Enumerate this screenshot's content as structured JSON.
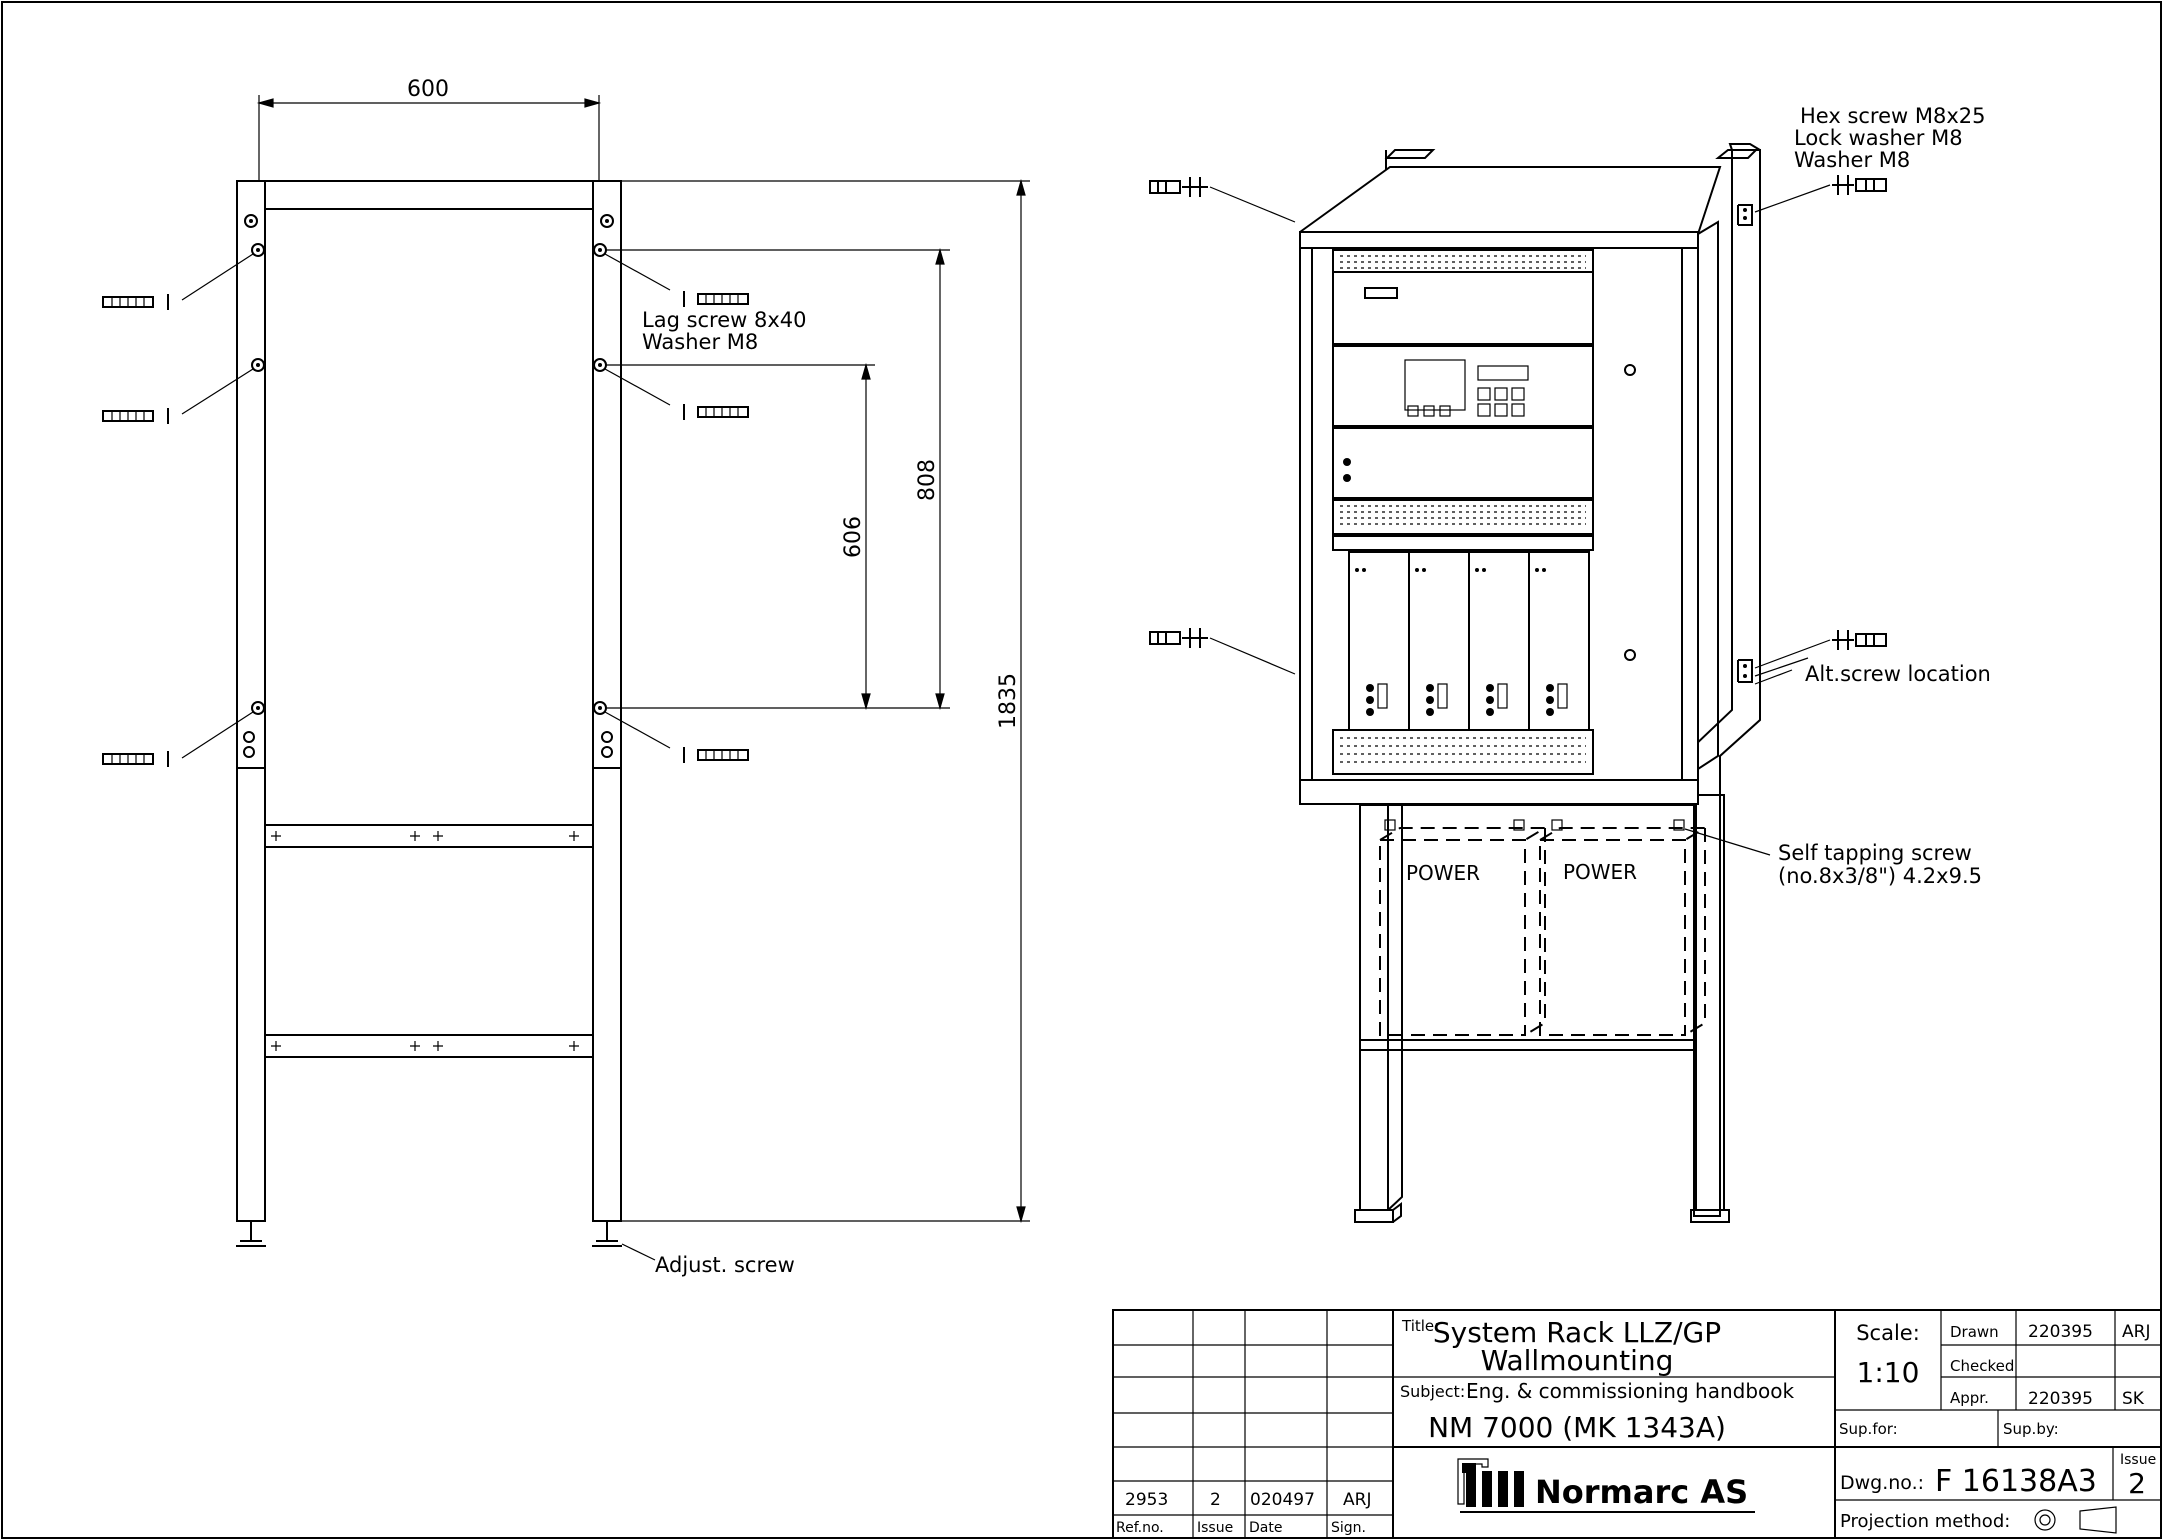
{
  "front_view": {
    "dim_width": "600",
    "dim_height": "1835",
    "dim_upper_spacing": "808",
    "dim_lower_spacing": "606",
    "label_lag_screw": "Lag screw 8x40",
    "label_washer": "Washer M8",
    "label_adjust": "Adjust. screw"
  },
  "iso_view": {
    "label_hex_screw": "Hex screw M8x25",
    "label_lock_washer": "Lock washer M8",
    "label_washer": "Washer M8",
    "label_alt_screw": "Alt.screw location",
    "label_self_tapping_1": "Self tapping screw",
    "label_self_tapping_2": "(no.8x3/8\") 4.2x9.5",
    "power_label_1": "POWER",
    "power_label_2": "POWER"
  },
  "title_block": {
    "title_caption": "Title:",
    "title_line1": "System Rack LLZ/GP",
    "title_line2": "Wallmounting",
    "subject_caption": "Subject:",
    "subject_line": "Eng. & commissioning handbook",
    "product": "NM 7000 (MK 1343A)",
    "scale_caption": "Scale:",
    "scale_value": "1:10",
    "drawn_caption": "Drawn",
    "drawn_date": "220395",
    "drawn_sign": "ARJ",
    "checked_caption": "Checked",
    "appr_caption": "Appr.",
    "appr_date": "220395",
    "appr_sign": "SK",
    "sup_for": "Sup.for:",
    "sup_by": "Sup.by:",
    "dwg_caption": "Dwg.no.:",
    "dwg_number": "F 16138A3",
    "issue_caption": "Issue",
    "issue_number": "2",
    "projection_caption": "Projection method:",
    "company": "Normarc AS",
    "revision": {
      "ref_no": "2953",
      "issue": "2",
      "date": "020497",
      "sign": "ARJ",
      "col_ref": "Ref.no.",
      "col_issue": "Issue",
      "col_date": "Date",
      "col_sign": "Sign."
    }
  }
}
